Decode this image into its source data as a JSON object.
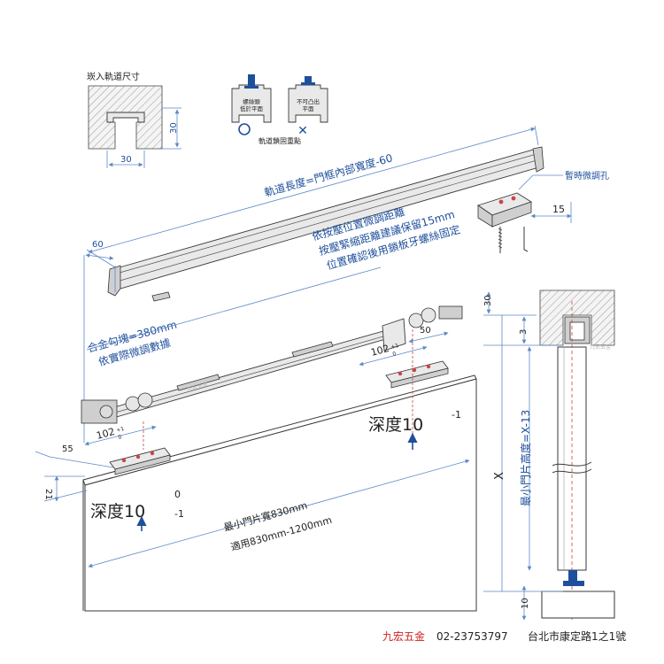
{
  "inset_track": {
    "title": "崁入軌道尺寸",
    "dim_height": "30",
    "dim_width": "30"
  },
  "inset_fix": {
    "left_label_line1": "螺絲頭",
    "left_label_line2": "低於平面",
    "right_label_line1": "不可凸出",
    "right_label_line2": "平面",
    "ok_mark": "O",
    "ng_mark": "✕",
    "caption": "軌道鎖固重點"
  },
  "labels": {
    "track_length": "軌道長度=門框內部寬度-60",
    "adjust_hole": "暫時微調孔",
    "dim_60": "60",
    "dim_15": "15",
    "adjust_note_1": "依按壓位置微調距離",
    "adjust_note_2": "按壓緊縮距離建議保留15mm",
    "adjust_note_3": "位置確認後用鎖板牙螺絲固定",
    "hook_note_1": "合金勾塊=380mm",
    "hook_note_2": "依實際微調數據",
    "dim_50": "50",
    "dim_102_top": "102",
    "tol_102_top_sup": "+1",
    "tol_102_top_sub": "0",
    "dim_102_left": "102",
    "tol_102_left_sup": "+1",
    "tol_102_left_sub": "0",
    "depth_right": "深度10",
    "depth_right_tol": "-1",
    "dim_55": "55",
    "dim_21": "21",
    "depth_left": "深度10",
    "depth_left_tol_top": "0",
    "depth_left_tol_bot": "-1",
    "door_width_1": "最小門片寬830mm",
    "door_width_2": "適用830mm-1200mm",
    "side_dim_30": "30",
    "side_dim_3": "3",
    "side_dim_X": "X",
    "side_height": "最小門片高度=X-13",
    "side_dim_10": "10",
    "watermark": "九宏五金"
  },
  "footer": {
    "brand": "九宏五金",
    "phone": "02-23753797",
    "address": "台北市康定路1之1號"
  },
  "colors": {
    "dimension": "#5b89c7",
    "dimension_text": "#1e4f9c",
    "footer_brand": "#d11f1f"
  }
}
